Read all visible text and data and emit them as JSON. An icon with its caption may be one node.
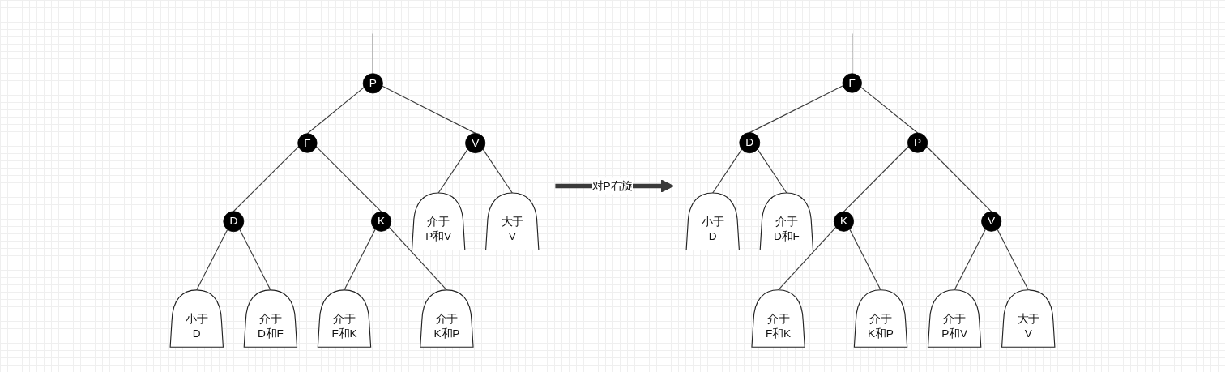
{
  "diagram": {
    "nodes": [
      {
        "text": [],
        "shape": "picture"
      },
      {
        "text": [
          "P"
        ],
        "in": 0
      },
      {
        "text": [
          "F"
        ],
        "in": 0
      },
      {
        "text": [
          "V"
        ],
        "in": 0
      },
      {
        "text": [
          "D"
        ],
        "in": 0
      },
      {
        "text": [
          "K"
        ],
        "in": 0
      },
      {
        "text": [
          "介于P和V"
        ],
        "in": 0
      },
      {
        "text": [
          "大于V"
        ],
        "in": 0
      },
      {
        "text": [
          "小于D"
        ],
        "in": 0
      },
      {
        "text": [
          "介于D和F"
        ],
        "in": 0
      },
      {
        "text": [
          "介于F和K"
        ],
        "in": 0
      },
      {
        "text": [
          "介于K和P"
        ],
        "in": 0
      },
      {
        "text": [],
        "shape": "picture"
      },
      {
        "text": [
          "F"
        ],
        "in": 12
      },
      {
        "text": [
          "D"
        ],
        "in": 12
      },
      {
        "text": [
          "P"
        ],
        "in": 12
      },
      {
        "text": [
          "小于D"
        ],
        "in": 12
      },
      {
        "text": [
          "介于D和F"
        ],
        "in": 12
      },
      {
        "text": [
          "K"
        ],
        "in": 12
      },
      {
        "text": [
          "V"
        ],
        "in": 12
      },
      {
        "text": [
          "介于F和K"
        ],
        "in": 12
      },
      {
        "text": [
          "介于K和P"
        ],
        "in": 12
      },
      {
        "text": [
          "介于P和V"
        ],
        "in": 12
      },
      {
        "text": [
          "大于V"
        ],
        "in": 12
      }
    ],
    "edges": [
      {
        "from": null,
        "to": 1,
        "arrow": "none"
      },
      {
        "from": 1,
        "to": 2,
        "arrow": "none"
      },
      {
        "from": 1,
        "to": 3,
        "arrow": "none"
      },
      {
        "from": 2,
        "to": 4,
        "arrow": "none"
      },
      {
        "from": 2,
        "to": 5,
        "arrow": "none"
      },
      {
        "from": 3,
        "to": 6,
        "arrow": "none"
      },
      {
        "from": 3,
        "to": 7,
        "arrow": "none"
      },
      {
        "from": 4,
        "to": 8,
        "arrow": "none"
      },
      {
        "from": 4,
        "to": 9,
        "arrow": "none"
      },
      {
        "from": 5,
        "to": 10,
        "arrow": "none"
      },
      {
        "from": 5,
        "to": 11,
        "arrow": "none"
      },
      {
        "from": 0,
        "to": 12,
        "arrow": "to",
        "label": "对P右旋",
        "style": "thick"
      },
      {
        "from": null,
        "to": 13,
        "arrow": "none"
      },
      {
        "from": 13,
        "to": 14,
        "arrow": "none"
      },
      {
        "from": 13,
        "to": 15,
        "arrow": "none"
      },
      {
        "from": 14,
        "to": 16,
        "arrow": "none"
      },
      {
        "from": 14,
        "to": 17,
        "arrow": "none"
      },
      {
        "from": 15,
        "to": 18,
        "arrow": "none"
      },
      {
        "from": 15,
        "to": 19,
        "arrow": "none"
      },
      {
        "from": 18,
        "to": 20,
        "arrow": "none"
      },
      {
        "from": 18,
        "to": 21,
        "arrow": "none"
      },
      {
        "from": 19,
        "to": 22,
        "arrow": "none"
      },
      {
        "from": 19,
        "to": 23,
        "arrow": "none"
      }
    ]
  }
}
